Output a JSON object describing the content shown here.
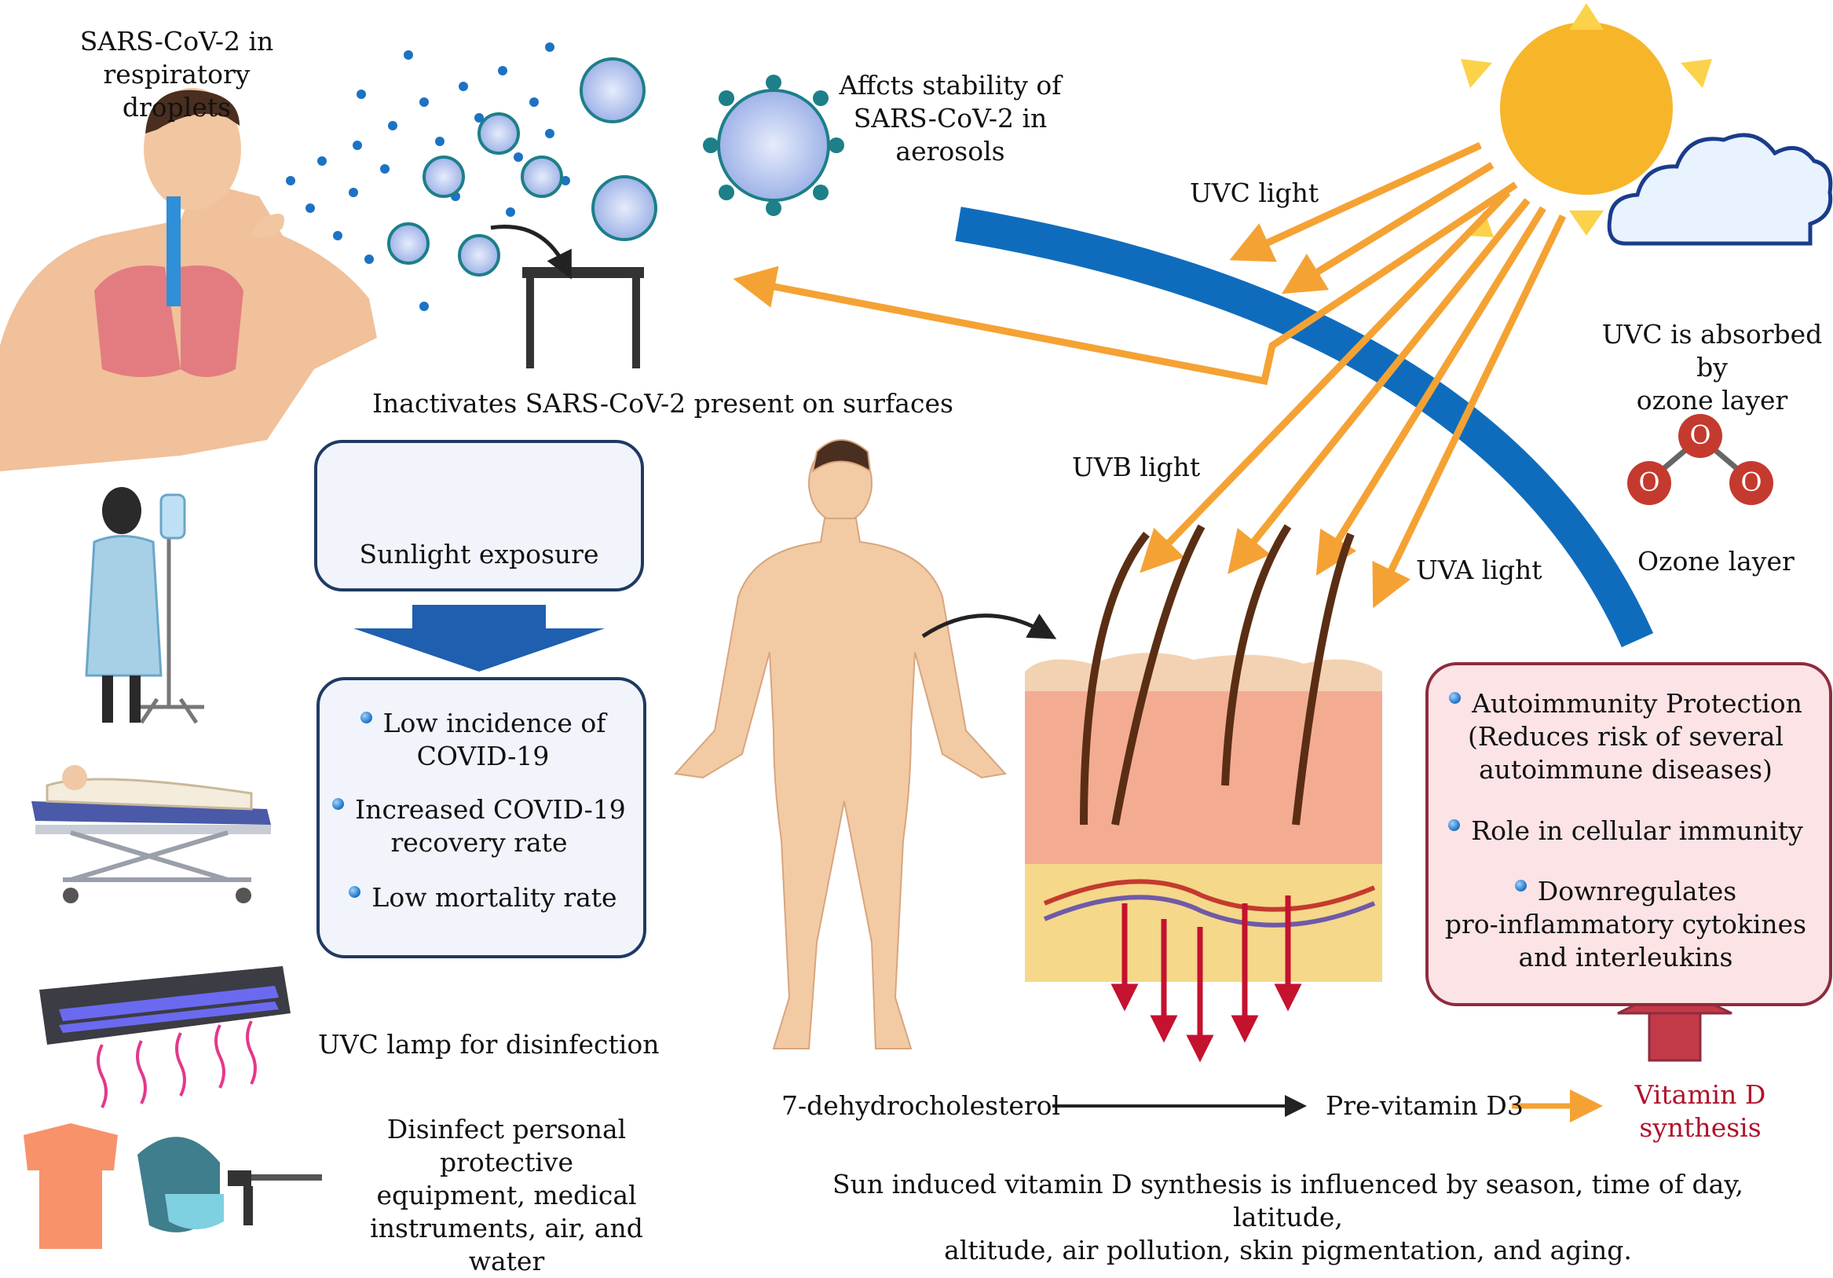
{
  "labels": {
    "respiratory_droplets": "SARS-CoV-2 in respiratory\ndroplets",
    "aerosols": "Affcts stability of\nSARS-CoV-2 in\naerosols",
    "uvc_light": "UVC light",
    "uvc_absorbed": "UVC is absorbed by\nozone layer",
    "uvb_light": "UVB light",
    "uva_light": "UVA light",
    "ozone_layer": "Ozone layer",
    "surfaces": "Inactivates SARS-CoV-2 present on surfaces",
    "uvc_lamp": "UVC lamp for disinfection",
    "disinfect": "Disinfect personal protective\nequipment, medical\ninstruments, air, and water",
    "dehydro": "7-dehydrocholesterol",
    "previtamin": "Pre-vitamin D3",
    "vitamin_d": "Vitamin D\nsynthesis",
    "footer": "Sun induced vitamin D synthesis is influenced by season, time of day, latitude,\naltitude, air pollution, skin pigmentation, and aging."
  },
  "ozone_atoms": [
    "O",
    "O",
    "O"
  ],
  "sunlight_box": {
    "title": "Sunlight exposure"
  },
  "covid_box": {
    "items": [
      "Low incidence of\nCOVID-19",
      "Increased COVID-19\nrecovery rate",
      "Low mortality rate"
    ]
  },
  "vitd_box": {
    "items": [
      "Autoimmunity Protection\n(Reduces risk of several\nautoimmune diseases)",
      "Role in cellular immunity",
      "Downregulates\npro-inflammatory cytokines\nand interleukins"
    ]
  },
  "colors": {
    "orange_arrow": "#f5a234",
    "ozone_arc": "#0f6cbd",
    "sun": "#f7b52a",
    "virus": "#3b2a7a",
    "red_arrow": "#c4122f",
    "vitamin_text": "#b1122c",
    "box_border_blue": "#1f3a63",
    "box_border_pink": "#8e2c3e"
  }
}
